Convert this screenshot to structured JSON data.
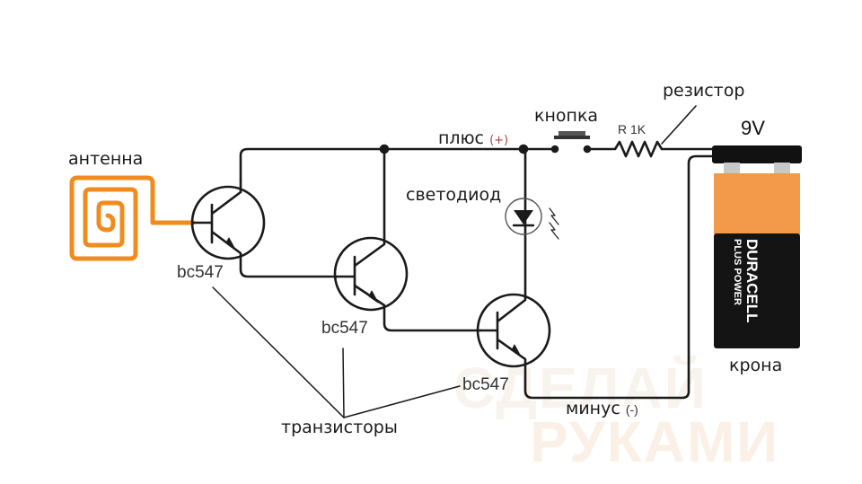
{
  "labels": {
    "antenna": "антенна",
    "plus": "плюс",
    "plus_sign": "(+)",
    "button": "кнопка",
    "resistor_value": "R 1K",
    "resistor": "резистор",
    "voltage": "9V",
    "led": "светодиод",
    "minus": "минус",
    "minus_sign": "(-)",
    "battery": "крона",
    "transistors": "транзисторы"
  },
  "transistors": [
    {
      "model": "bc547"
    },
    {
      "model": "bc547"
    },
    {
      "model": "bc547"
    }
  ],
  "battery": {
    "brand": "DURACELL",
    "subtitle": "PLUS POWER"
  },
  "watermark": {
    "line1": "СДЕЛАЙ",
    "line2": "РУКАМИ"
  },
  "colors": {
    "wire": "#1a1a1a",
    "antenna": "#f08c1e",
    "battery_top": "#f29a4a",
    "battery_body": "#141414",
    "plus_sign": "#b0403e"
  }
}
